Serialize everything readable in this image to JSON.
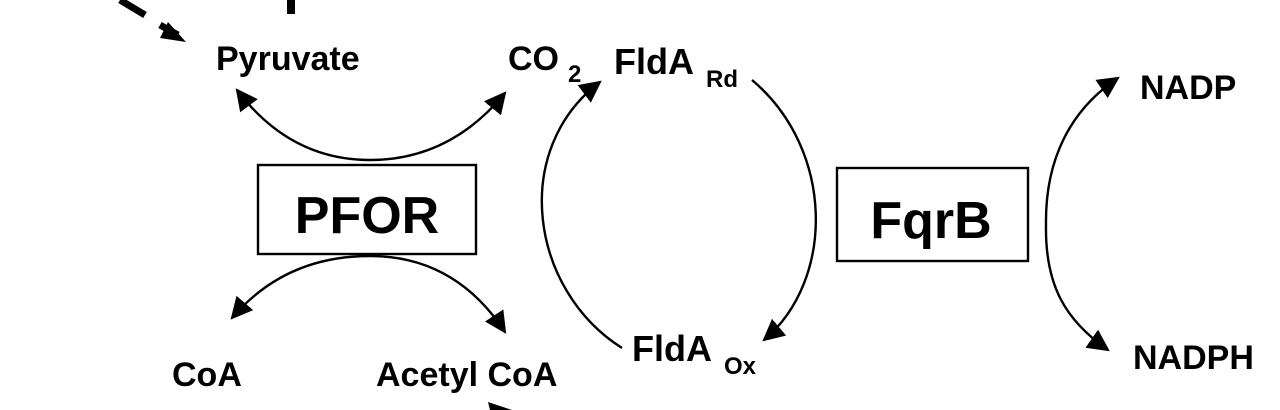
{
  "diagram": {
    "enzymes": {
      "pfor": "PFOR",
      "fqrb": "FqrB"
    },
    "metabolites": {
      "pyruvate": "Pyruvate",
      "co2_main": "CO",
      "co2_sub": "2",
      "coa": "CoA",
      "acetyl_coa": "Acetyl CoA",
      "flda_rd_main": "FldA",
      "flda_rd_sub": "Rd",
      "flda_ox_main": "FldA",
      "flda_ox_sub": "Ox",
      "nadp": "NADP",
      "nadph": "NADPH"
    },
    "colors": {
      "stroke": "#000000",
      "background": "#ffffff"
    }
  }
}
